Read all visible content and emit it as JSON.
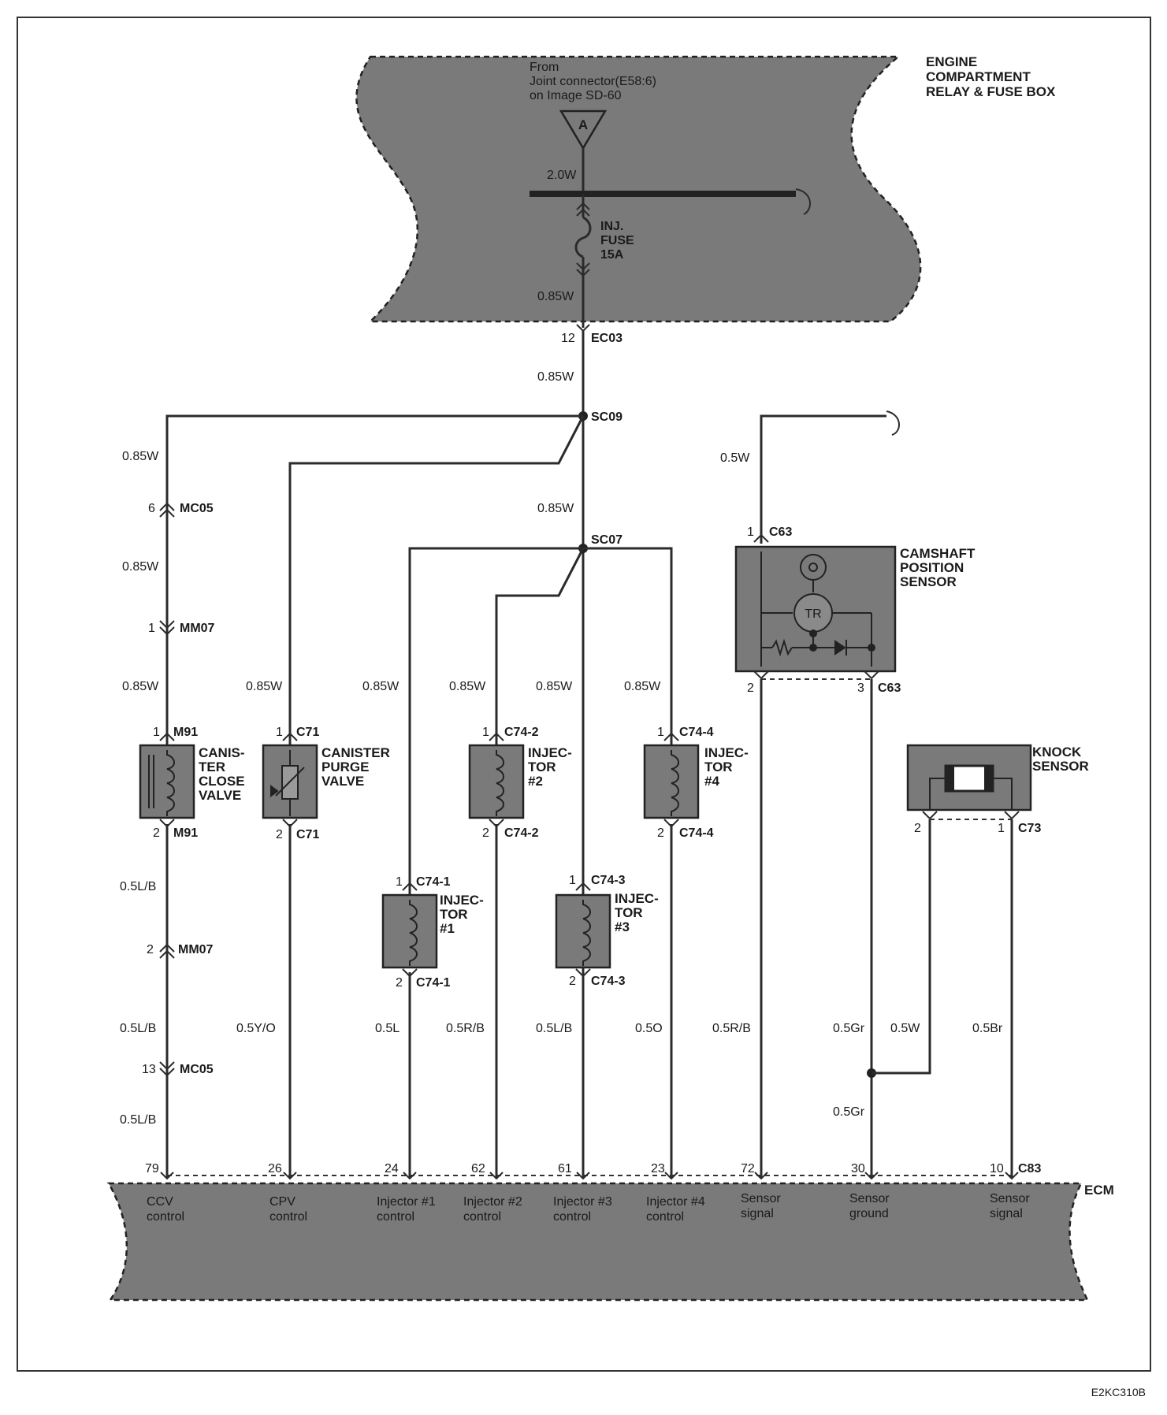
{
  "relay_box": {
    "title_lines": [
      "ENGINE",
      "COMPARTMENT",
      "RELAY & FUSE BOX"
    ],
    "from_lines": [
      "From",
      "Joint connector(E58:6)",
      "on Image SD-60"
    ],
    "connector_letter": "A",
    "bus_wire": "2.0W",
    "fuse_lines": [
      "INJ.",
      "FUSE",
      "15A"
    ],
    "fuse_out_wire": "0.85W",
    "connector_pin": "12",
    "connector_id": "EC03"
  },
  "main_wire": "0.85W",
  "splices": {
    "sc09": "SC09",
    "sc07": "SC07",
    "sc07_wire": "0.85W"
  },
  "ccv": {
    "wire_top": "0.85W",
    "mc05_top_pin": "6",
    "mc05_top": "MC05",
    "wire_mid": "0.85W",
    "mm07_top_pin": "1",
    "mm07_top": "MM07",
    "wire_comp": "0.85W",
    "pin_top": "1",
    "conn": "M91",
    "label_lines": [
      "CANIS-",
      "TER",
      "CLOSE",
      "VALVE"
    ],
    "pin_bottom": "2",
    "wire_b1": "0.5L/B",
    "mm07_bot_pin": "2",
    "mm07_bot": "MM07",
    "wire_b2": "0.5L/B",
    "mc05_bot_pin": "13",
    "mc05_bot": "MC05",
    "wire_b3": "0.5L/B"
  },
  "cpv": {
    "wire_top": "0.85W",
    "pin_top": "1",
    "conn": "C71",
    "label_lines": [
      "CANISTER",
      "PURGE",
      "VALVE"
    ],
    "pin_bottom": "2",
    "wire_bottom": "0.5Y/O"
  },
  "injectors": [
    {
      "wire_top": "0.85W",
      "pin_top": "1",
      "conn": "C74-1",
      "label_lines": [
        "INJEC-",
        "TOR",
        "#1"
      ],
      "pin_bottom": "2",
      "wire_bottom": "0.5L"
    },
    {
      "wire_top": "0.85W",
      "pin_top": "1",
      "conn": "C74-2",
      "label_lines": [
        "INJEC-",
        "TOR",
        "#2"
      ],
      "pin_bottom": "2",
      "wire_bottom": "0.5R/B"
    },
    {
      "wire_top": "0.85W",
      "pin_top": "1",
      "conn": "C74-3",
      "label_lines": [
        "INJEC-",
        "TOR",
        "#3"
      ],
      "pin_bottom": "2",
      "wire_bottom": "0.5L/B"
    },
    {
      "wire_top": "0.85W",
      "pin_top": "1",
      "conn": "C74-4",
      "label_lines": [
        "INJEC-",
        "TOR",
        "#4"
      ],
      "pin_bottom": "2",
      "wire_bottom": "0.5O"
    }
  ],
  "cmp": {
    "wire_top": "0.5W",
    "pin_top": "1",
    "conn": "C63",
    "label_lines": [
      "CAMSHAFT",
      "POSITION",
      "SENSOR"
    ],
    "tr_label": "TR",
    "pin_b1": "2",
    "pin_b2": "3",
    "wire_signal": "0.5R/B",
    "wire_ground": "0.5Gr",
    "wire_ground_lower": "0.5Gr"
  },
  "knock": {
    "label_lines": [
      "KNOCK",
      "SENSOR"
    ],
    "pin_a": "2",
    "pin_b": "1",
    "conn": "C73",
    "wire_a": "0.5W",
    "wire_b": "0.5Br"
  },
  "ecm": {
    "title": "ECM",
    "conn": "C83",
    "pins": [
      {
        "pin": "79",
        "lines": [
          "CCV",
          "control"
        ]
      },
      {
        "pin": "26",
        "lines": [
          "CPV",
          "control"
        ]
      },
      {
        "pin": "24",
        "lines": [
          "Injector #1",
          "control"
        ]
      },
      {
        "pin": "62",
        "lines": [
          "Injector #2",
          "control"
        ]
      },
      {
        "pin": "61",
        "lines": [
          "Injector #3",
          "control"
        ]
      },
      {
        "pin": "23",
        "lines": [
          "Injector #4",
          "control"
        ]
      },
      {
        "pin": "72",
        "lines": [
          "Sensor",
          "signal"
        ]
      },
      {
        "pin": "30",
        "lines": [
          "Sensor",
          "ground"
        ]
      },
      {
        "pin": "10",
        "lines": [
          "Sensor",
          "signal"
        ]
      }
    ]
  },
  "figure_code": "E2KC310B"
}
